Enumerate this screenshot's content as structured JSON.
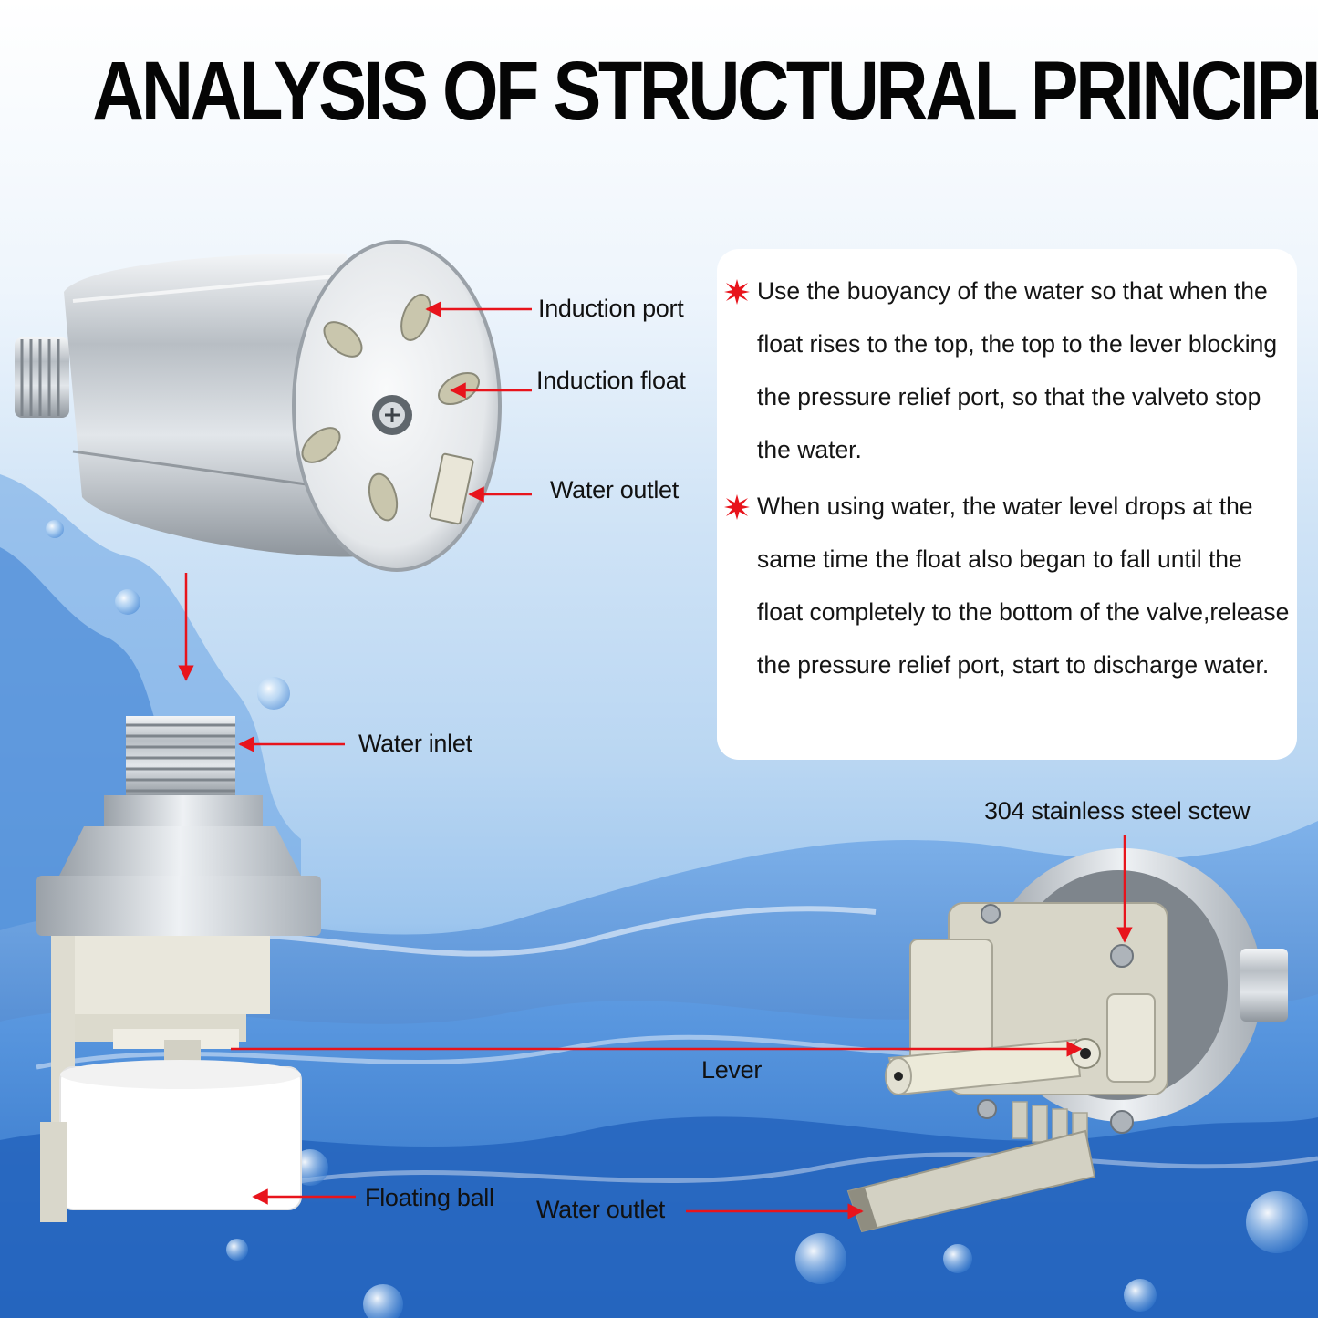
{
  "title": "ANALYSIS OF STRUCTURAL PRINCIPLE",
  "labels": {
    "induction_port": "Induction port",
    "induction_float": "Induction float",
    "water_outlet_top": "Water outlet",
    "water_inlet": "Water inlet",
    "screw": "304 stainless steel sctew",
    "lever": "Lever",
    "floating_ball": "Floating ball",
    "water_outlet_bottom": "Water outlet"
  },
  "description": {
    "points": [
      "Use the buoyancy of the water so that when the float rises to the top, the top to the lever blocking the pressure relief port, so that the valveto stop the water.",
      "When using water, the water level drops at the same time the float also began to fall until the float completely to the bottom of the valve,release the pressure relief port, start to discharge water."
    ]
  },
  "colors": {
    "arrow": "#e8141c",
    "water": "#2f74c8",
    "steel": "#c9ced3",
    "plastic": "#e6e4da"
  },
  "icons": {
    "bullet": "red-burst-icon"
  }
}
